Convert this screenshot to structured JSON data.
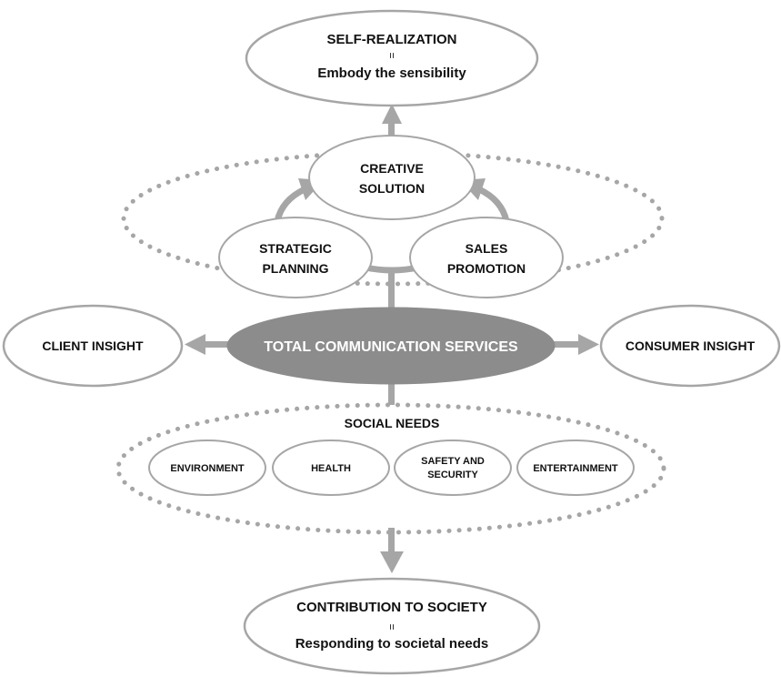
{
  "colors": {
    "stroke": "#a6a6a6",
    "center_fill": "#8c8c8c",
    "text": "#111111",
    "center_text": "#ffffff"
  },
  "nodes": {
    "self_realization": {
      "title": "SELF-REALIZATION",
      "equals": "=",
      "subtitle": "Embody the sensibility"
    },
    "creative_solution": {
      "line1": "CREATIVE",
      "line2": "SOLUTION"
    },
    "strategic_planning": {
      "line1": "STRATEGIC",
      "line2": "PLANNING"
    },
    "sales_promotion": {
      "line1": "SALES",
      "line2": "PROMOTION"
    },
    "client_insight": "CLIENT INSIGHT",
    "total_communication_services": "TOTAL COMMUNICATION SERVICES",
    "consumer_insight": "CONSUMER INSIGHT",
    "social_needs": {
      "title": "SOCIAL NEEDS",
      "items": {
        "environment": "ENVIRONMENT",
        "health": "HEALTH",
        "safety_line1": "SAFETY AND",
        "safety_line2": "SECURITY",
        "entertainment": "ENTERTAINMENT"
      }
    },
    "contribution_to_society": {
      "title": "CONTRIBUTION TO SOCIETY",
      "equals": "=",
      "subtitle": "Responding to societal needs"
    }
  }
}
